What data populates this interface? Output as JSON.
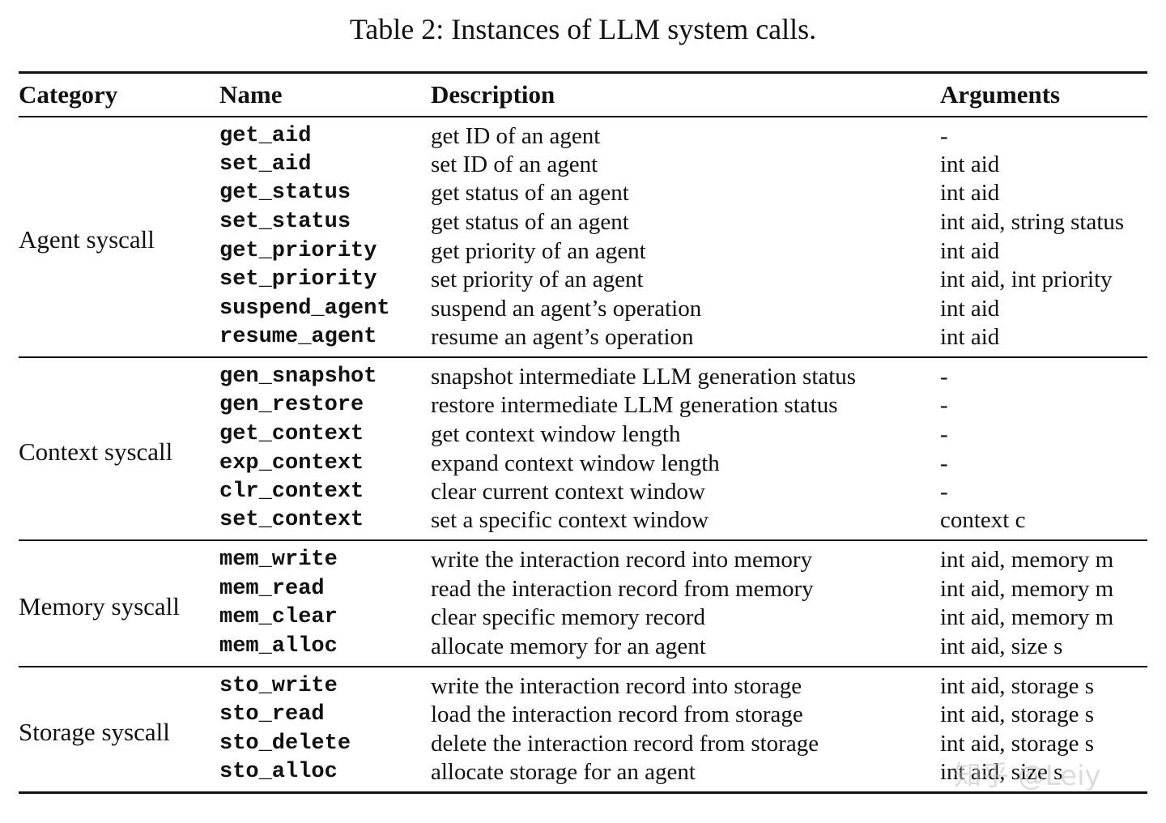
{
  "caption": "Table 2: Instances of LLM system calls.",
  "table": {
    "headers": {
      "category": "Category",
      "name": "Name",
      "description": "Description",
      "arguments": "Arguments"
    },
    "groups": [
      {
        "category": "Agent syscall",
        "rows": [
          {
            "name": "get_aid",
            "description": "get ID of an agent",
            "arguments": "-"
          },
          {
            "name": "set_aid",
            "description": "set ID of an agent",
            "arguments": "int aid"
          },
          {
            "name": "get_status",
            "description": "get status of an agent",
            "arguments": "int aid"
          },
          {
            "name": "set_status",
            "description": "get status of an agent",
            "arguments": "int aid, string status"
          },
          {
            "name": "get_priority",
            "description": "get priority of an agent",
            "arguments": "int aid"
          },
          {
            "name": "set_priority",
            "description": "set priority of an agent",
            "arguments": "int aid, int priority"
          },
          {
            "name": "suspend_agent",
            "description": "suspend an agent’s operation",
            "arguments": "int aid"
          },
          {
            "name": "resume_agent",
            "description": "resume an agent’s operation",
            "arguments": "int aid"
          }
        ]
      },
      {
        "category": "Context syscall",
        "rows": [
          {
            "name": "gen_snapshot",
            "description": "snapshot intermediate LLM generation status",
            "arguments": "-"
          },
          {
            "name": "gen_restore",
            "description": "restore intermediate LLM generation status",
            "arguments": "-"
          },
          {
            "name": "get_context",
            "description": "get context window length",
            "arguments": "-"
          },
          {
            "name": "exp_context",
            "description": "expand context window length",
            "arguments": "-"
          },
          {
            "name": "clr_context",
            "description": "clear current context window",
            "arguments": "-"
          },
          {
            "name": "set_context",
            "description": "set a specific context window",
            "arguments": "context c"
          }
        ]
      },
      {
        "category": "Memory syscall",
        "rows": [
          {
            "name": "mem_write",
            "description": "write the interaction record into memory",
            "arguments": "int aid, memory m"
          },
          {
            "name": "mem_read",
            "description": "read the interaction record from memory",
            "arguments": "int aid, memory m"
          },
          {
            "name": "mem_clear",
            "description": "clear specific memory record",
            "arguments": "int aid, memory m"
          },
          {
            "name": "mem_alloc",
            "description": "allocate memory for an agent",
            "arguments": "int aid, size s"
          }
        ]
      },
      {
        "category": "Storage syscall",
        "rows": [
          {
            "name": "sto_write",
            "description": "write the interaction record into storage",
            "arguments": "int aid, storage s"
          },
          {
            "name": "sto_read",
            "description": "load the interaction record from storage",
            "arguments": "int aid, storage s"
          },
          {
            "name": "sto_delete",
            "description": "delete the interaction record from storage",
            "arguments": "int aid, storage s"
          },
          {
            "name": "sto_alloc",
            "description": "allocate storage for an agent",
            "arguments": "int aid, size s"
          }
        ]
      }
    ]
  },
  "watermark": "知乎 @Leiy"
}
